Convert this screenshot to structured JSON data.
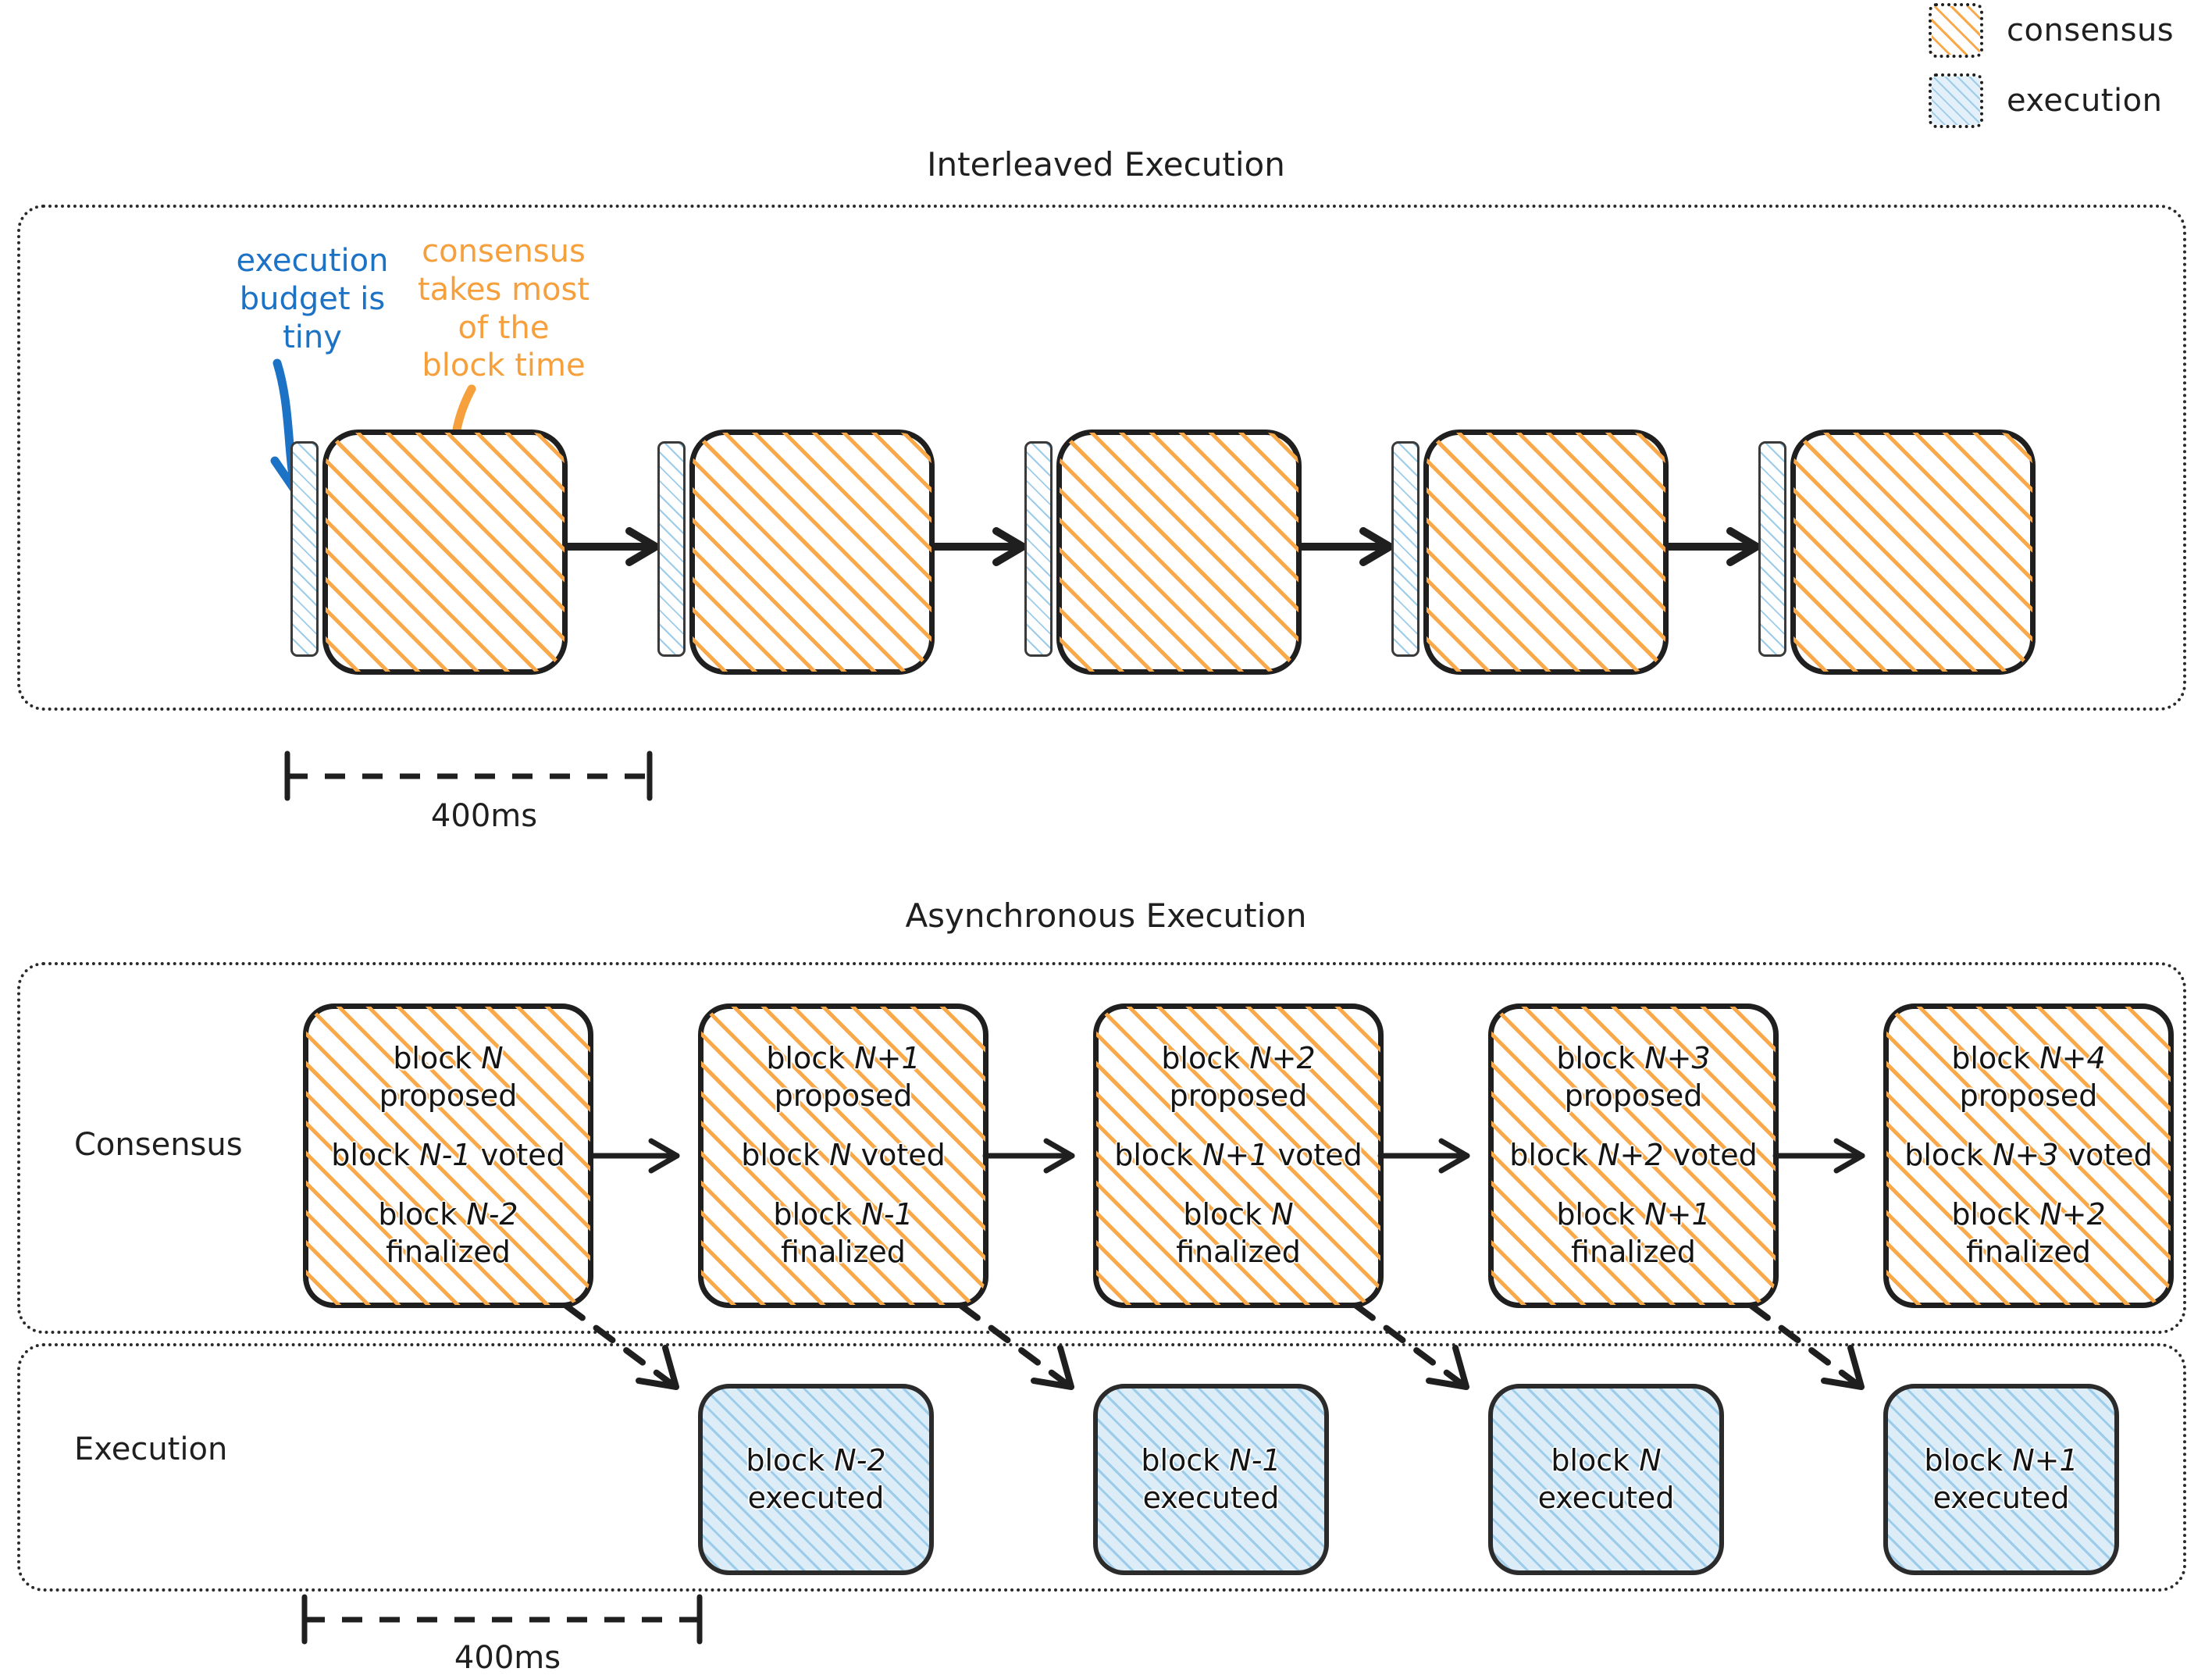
{
  "legend": {
    "items": [
      {
        "label": "consensus",
        "icon": "consensus-hatch-swatch",
        "color": "#F9A94A"
      },
      {
        "label": "execution",
        "icon": "execution-hatch-swatch",
        "color": "#9DCCEA"
      }
    ]
  },
  "sections": [
    {
      "id": "interleaved",
      "title": "Interleaved Execution",
      "annotations": [
        {
          "id": "execution-budget",
          "text": [
            "execution",
            "budget is",
            "tiny"
          ],
          "color": "#1C72C4"
        },
        {
          "id": "consensus-time",
          "text": [
            "consensus",
            "takes most",
            "of the",
            "block time"
          ],
          "color": "#F5A03C"
        }
      ],
      "slots": 5,
      "ruler": {
        "label": "400ms"
      }
    },
    {
      "id": "asynchronous",
      "title": "Asynchronous Execution",
      "row_labels": {
        "consensus": "Consensus",
        "execution": "Execution"
      },
      "consensus_blocks": [
        {
          "proposed": {
            "pre": "block ",
            "n": "N",
            "post": ""
          },
          "voted": {
            "pre": "block ",
            "n": "N-1",
            "post": " voted"
          },
          "finalized": {
            "pre": "block ",
            "n": "N-2",
            "post": ""
          }
        },
        {
          "proposed": {
            "pre": "block ",
            "n": "N+1",
            "post": ""
          },
          "voted": {
            "pre": "block ",
            "n": "N",
            "post": " voted"
          },
          "finalized": {
            "pre": "block ",
            "n": "N-1",
            "post": ""
          }
        },
        {
          "proposed": {
            "pre": "block ",
            "n": "N+2",
            "post": ""
          },
          "voted": {
            "pre": "block ",
            "n": "N+1",
            "post": " voted"
          },
          "finalized": {
            "pre": "block ",
            "n": "N",
            "post": ""
          }
        },
        {
          "proposed": {
            "pre": "block ",
            "n": "N+3",
            "post": ""
          },
          "voted": {
            "pre": "block ",
            "n": "N+2",
            "post": " voted"
          },
          "finalized": {
            "pre": "block ",
            "n": "N+1",
            "post": ""
          }
        },
        {
          "proposed": {
            "pre": "block ",
            "n": "N+4",
            "post": ""
          },
          "voted": {
            "pre": "block ",
            "n": "N+3",
            "post": " voted"
          },
          "finalized": {
            "pre": "block ",
            "n": "N+2",
            "post": ""
          }
        }
      ],
      "block_words": {
        "proposed": "proposed",
        "finalized": "finalized",
        "executed": "executed"
      },
      "execution_blocks": [
        {
          "pre": "block ",
          "n": "N-2",
          "post": ""
        },
        {
          "pre": "block ",
          "n": "N-1",
          "post": ""
        },
        {
          "pre": "block ",
          "n": "N",
          "post": ""
        },
        {
          "pre": "block ",
          "n": "N+1",
          "post": ""
        }
      ],
      "ruler": {
        "label": "400ms"
      }
    }
  ]
}
